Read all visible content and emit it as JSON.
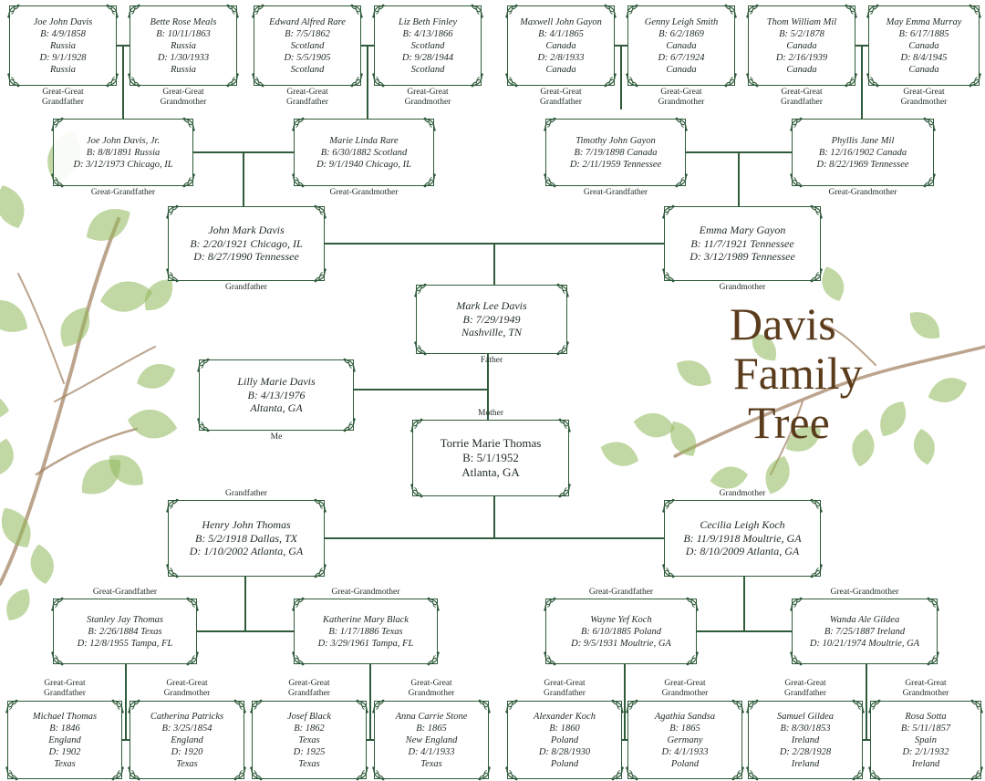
{
  "title": [
    "Davis",
    "Family",
    "Tree"
  ],
  "colors": {
    "frame": "#2f5b3a",
    "connector": "#2f5b3a",
    "title": "#5a3c1c",
    "leaf": "#8fb85a"
  },
  "members": [
    {
      "id": "gg1",
      "role": "Great-Great Grandfather",
      "name": "Joe John Davis",
      "lines": [
        "B: 4/9/1858",
        "Russia",
        "D: 9/1/1928",
        "Russia"
      ]
    },
    {
      "id": "gg2",
      "role": "Great-Great Grandmother",
      "name": "Bette Rose Meals",
      "lines": [
        "B: 10/11/1863",
        "Russia",
        "D: 1/30/1933",
        "Russia"
      ]
    },
    {
      "id": "gg3",
      "role": "Great-Great Grandfather",
      "name": "Edward Alfred Rare",
      "lines": [
        "B: 7/5/1862",
        "Scotland",
        "D: 5/5/1905",
        "Scotland"
      ]
    },
    {
      "id": "gg4",
      "role": "Great-Great Grandmother",
      "name": "Liz Beth Finley",
      "lines": [
        "B: 4/13/1866",
        "Scotland",
        "D: 9/28/1944",
        "Scotland"
      ]
    },
    {
      "id": "gg5",
      "role": "Great-Great Grandfather",
      "name": "Maxwell John Gayon",
      "lines": [
        "B: 4/1/1865",
        "Canada",
        "D: 2/8/1933",
        "Canada"
      ]
    },
    {
      "id": "gg6",
      "role": "Great-Great Grandmother",
      "name": "Genny Leigh Smith",
      "lines": [
        "B: 6/2/1869",
        "Canada",
        "D: 6/7/1924",
        "Canada"
      ]
    },
    {
      "id": "gg7",
      "role": "Great-Great Grandfather",
      "name": "Thom William Mil",
      "lines": [
        "B: 5/2/1878",
        "Canada",
        "D: 2/16/1939",
        "Canada"
      ]
    },
    {
      "id": "gg8",
      "role": "Great-Great Grandmother",
      "name": "May Emma Murray",
      "lines": [
        "B: 6/17/1885",
        "Canada",
        "D: 8/4/1945",
        "Canada"
      ]
    },
    {
      "id": "g1",
      "role": "Great-Grandfather",
      "name": "Joe John Davis, Jr.",
      "lines": [
        "B: 8/8/1891 Russia",
        "D: 3/12/1973 Chicago, IL"
      ]
    },
    {
      "id": "g2",
      "role": "Great-Grandmother",
      "name": "Marie Linda Rare",
      "lines": [
        "B: 6/30/1882 Scotland",
        "D: 9/1/1940 Chicago, IL"
      ]
    },
    {
      "id": "g3",
      "role": "Great-Grandfather",
      "name": "Timothy John Gayon",
      "lines": [
        "B: 7/19/1898 Canada",
        "D: 2/11/1959 Tennessee"
      ]
    },
    {
      "id": "g4",
      "role": "Great-Grandmother",
      "name": "Phyllis Jane Mil",
      "lines": [
        "B: 12/16/1902 Canada",
        "D: 8/22/1969 Tennessee"
      ]
    },
    {
      "id": "p1",
      "role": "Grandfather",
      "name": "John Mark Davis",
      "lines": [
        "B: 2/20/1921 Chicago, IL",
        "D: 8/27/1990 Tennessee"
      ]
    },
    {
      "id": "p2",
      "role": "Grandmother",
      "name": "Emma Mary Gayon",
      "lines": [
        "B: 11/7/1921 Tennessee",
        "D: 3/12/1989 Tennessee"
      ]
    },
    {
      "id": "father",
      "role": "Father",
      "name": "Mark Lee Davis",
      "lines": [
        "B: 7/29/1949",
        "Nashville, TN"
      ]
    },
    {
      "id": "me",
      "role": "Me",
      "name": "Lilly Marie Davis",
      "lines": [
        "B: 4/13/1976",
        "Altanta, GA"
      ]
    },
    {
      "id": "mother",
      "role": "Mother",
      "name": "Torrie Marie Thomas",
      "lines": [
        "B: 5/1/1952",
        "Atlanta, GA"
      ]
    },
    {
      "id": "m1",
      "role": "Grandfather",
      "name": "Henry John Thomas",
      "lines": [
        "B: 5/2/1918 Dallas, TX",
        "D: 1/10/2002 Atlanta, GA"
      ]
    },
    {
      "id": "m2",
      "role": "Grandmother",
      "name": "Cecilia Leigh Koch",
      "lines": [
        "B: 11/9/1918 Moultrie, GA",
        "D: 8/10/2009 Atlanta, GA"
      ]
    },
    {
      "id": "mg1",
      "role": "Great-Grandfather",
      "name": "Stanley Jay Thomas",
      "lines": [
        "B: 2/26/1884 Texas",
        "D: 12/8/1955 Tampa, FL"
      ]
    },
    {
      "id": "mg2",
      "role": "Great-Grandmother",
      "name": "Katherine Mary Black",
      "lines": [
        "B: 1/17/1886 Texas",
        "D: 3/29/1961 Tampa, FL"
      ]
    },
    {
      "id": "mg3",
      "role": "Great-Grandfather",
      "name": "Wayne Yef Koch",
      "lines": [
        "B: 6/10/1885 Poland",
        "D: 9/5/1931 Moultrie, GA"
      ]
    },
    {
      "id": "mg4",
      "role": "Great-Grandmother",
      "name": "Wanda Ale Gildea",
      "lines": [
        "B: 7/25/1887 Ireland",
        "D: 10/21/1974 Moultrie, GA"
      ]
    },
    {
      "id": "mgg1",
      "role": "Great-Great Grandfather",
      "name": "Michael Thomas",
      "lines": [
        "B: 1846",
        "England",
        "D: 1902",
        "Texas"
      ]
    },
    {
      "id": "mgg2",
      "role": "Great-Great Grandmother",
      "name": "Catherina Patricks",
      "lines": [
        "B: 3/25/1854",
        "England",
        "D: 1920",
        "Texas"
      ]
    },
    {
      "id": "mgg3",
      "role": "Great-Great Grandfather",
      "name": "Josef Black",
      "lines": [
        "B: 1862",
        "Texas",
        "D: 1925",
        "Texas"
      ]
    },
    {
      "id": "mgg4",
      "role": "Great-Great Grandmother",
      "name": "Anna Carrie Stone",
      "lines": [
        "B: 1865",
        "New England",
        "D: 4/1/1933",
        "Texas"
      ]
    },
    {
      "id": "mgg5",
      "role": "Great-Great Grandfather",
      "name": "Alexander Koch",
      "lines": [
        "B: 1860",
        "Poland",
        "D: 8/28/1930",
        "Poland"
      ]
    },
    {
      "id": "mgg6",
      "role": "Great-Great Grandmother",
      "name": "Agathia Sandsa",
      "lines": [
        "B: 1865",
        "Germany",
        "D: 4/1/1933",
        "Poland"
      ]
    },
    {
      "id": "mgg7",
      "role": "Great-Great Grandfather",
      "name": "Samuel Gildea",
      "lines": [
        "B: 8/30/1853",
        "Ireland",
        "D: 2/28/1928",
        "Ireland"
      ]
    },
    {
      "id": "mgg8",
      "role": "Great-Great Grandmother",
      "name": "Rosa Sotta",
      "lines": [
        "B: 5/11/1857",
        "Spain",
        "D: 2/1/1932",
        "Ireland"
      ]
    }
  ]
}
